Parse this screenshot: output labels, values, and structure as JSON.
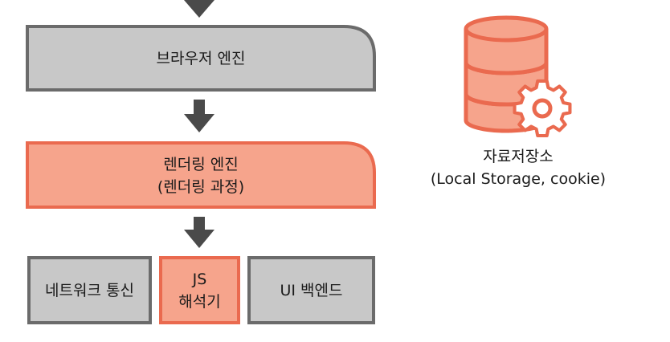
{
  "diagram": {
    "browser_engine": {
      "label": "브라우저 엔진"
    },
    "rendering_engine": {
      "line1": "렌더링 엔진",
      "line2": "(렌더링 과정)"
    },
    "networking": {
      "label": "네트워크 통신"
    },
    "js_interpreter": {
      "line1": "JS",
      "line2": "해석기"
    },
    "ui_backend": {
      "label": "UI 백엔드"
    },
    "data_storage": {
      "title": "자료저장소",
      "subtitle": "(Local Storage, cookie)",
      "icon": "database-gear-icon"
    }
  },
  "colors": {
    "gray_fill": "#c8c8c8",
    "gray_stroke": "#6b6b6b",
    "salmon_fill": "#f6a48c",
    "salmon_stroke": "#ea6a4f",
    "arrow": "#4a4a4a",
    "db_fill": "#f6a48c",
    "db_stroke": "#ea6a4f"
  }
}
